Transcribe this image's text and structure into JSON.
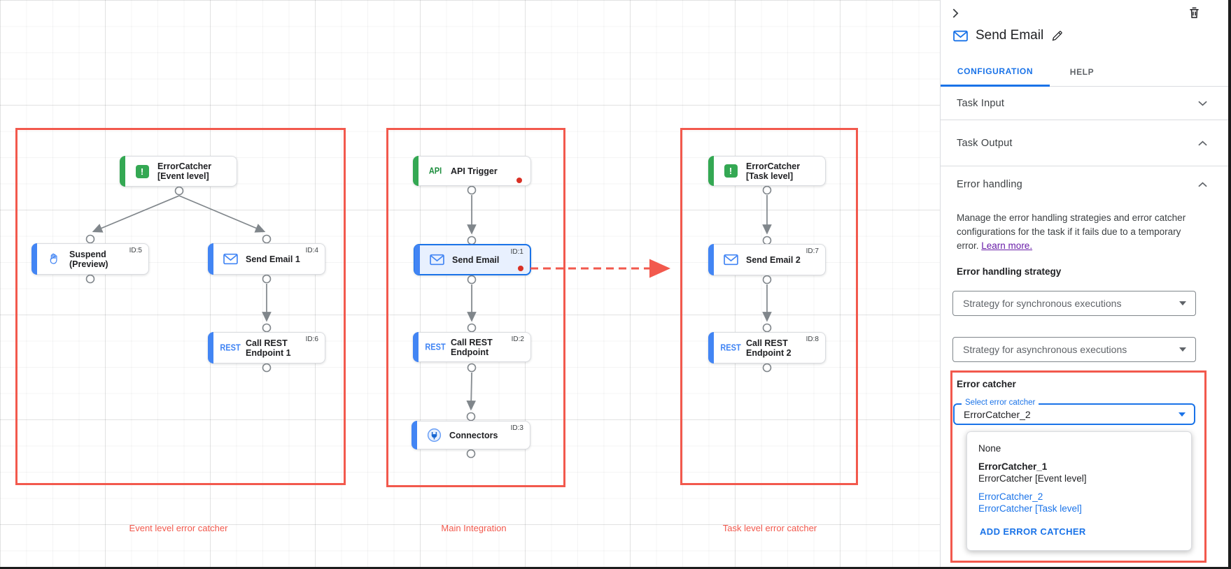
{
  "theme": {
    "annotation_red": "#f2594d",
    "dot_red": "#d93025",
    "blue": "#1a73e8",
    "node_blue": "#4285f4",
    "green": "#34a853",
    "link_purple": "#681da8",
    "selected_bg": "#e8f0fe",
    "edge_gray": "#80868b"
  },
  "canvas": {
    "groups": [
      {
        "label": "Event level error catcher"
      },
      {
        "label": "Main Integration"
      },
      {
        "label": "Task level error catcher"
      }
    ],
    "icons": {
      "api": "API",
      "rest": "REST"
    },
    "nodes": {
      "ec_event": {
        "line1": "ErrorCatcher",
        "line2": "[Event level]"
      },
      "suspend": {
        "line1": "Suspend",
        "line2": "(Preview)",
        "id": "ID:5"
      },
      "send1": {
        "line1": "Send Email 1",
        "id": "ID:4"
      },
      "rest1": {
        "line1": "Call REST",
        "line2": "Endpoint 1",
        "id": "ID:6"
      },
      "api": {
        "line1": "API Trigger"
      },
      "send": {
        "line1": "Send Email",
        "id": "ID:1"
      },
      "rest2": {
        "line1": "Call REST",
        "line2": "Endpoint",
        "id": "ID:2"
      },
      "conn": {
        "line1": "Connectors",
        "id": "ID:3"
      },
      "ec_task": {
        "line1": "ErrorCatcher",
        "line2": "[Task level]"
      },
      "send2": {
        "line1": "Send Email 2",
        "id": "ID:7"
      },
      "rest3": {
        "line1": "Call REST",
        "line2": "Endpoint 2",
        "id": "ID:8"
      }
    }
  },
  "panel": {
    "title": "Send Email",
    "tabs": {
      "configuration": "CONFIGURATION",
      "help": "HELP"
    },
    "sections": {
      "task_input": "Task Input",
      "task_output": "Task Output",
      "error_handling": "Error handling"
    },
    "error_handling": {
      "description": "Manage the error handling strategies and error catcher configurations for the task if it fails due to a temporary error.",
      "learn_more": "Learn more.",
      "strategy_label": "Error handling strategy",
      "sync_placeholder": "Strategy for synchronous executions",
      "async_placeholder": "Strategy for asynchronous executions"
    },
    "error_catcher": {
      "label": "Error catcher",
      "select_label": "Select error catcher",
      "value": "ErrorCatcher_2",
      "menu": {
        "none": "None",
        "item1_title": "ErrorCatcher_1",
        "item1_subtitle": "ErrorCatcher [Event level]",
        "item2_title": "ErrorCatcher_2",
        "item2_subtitle": "ErrorCatcher [Task level]",
        "action": "ADD ERROR CATCHER"
      }
    }
  }
}
